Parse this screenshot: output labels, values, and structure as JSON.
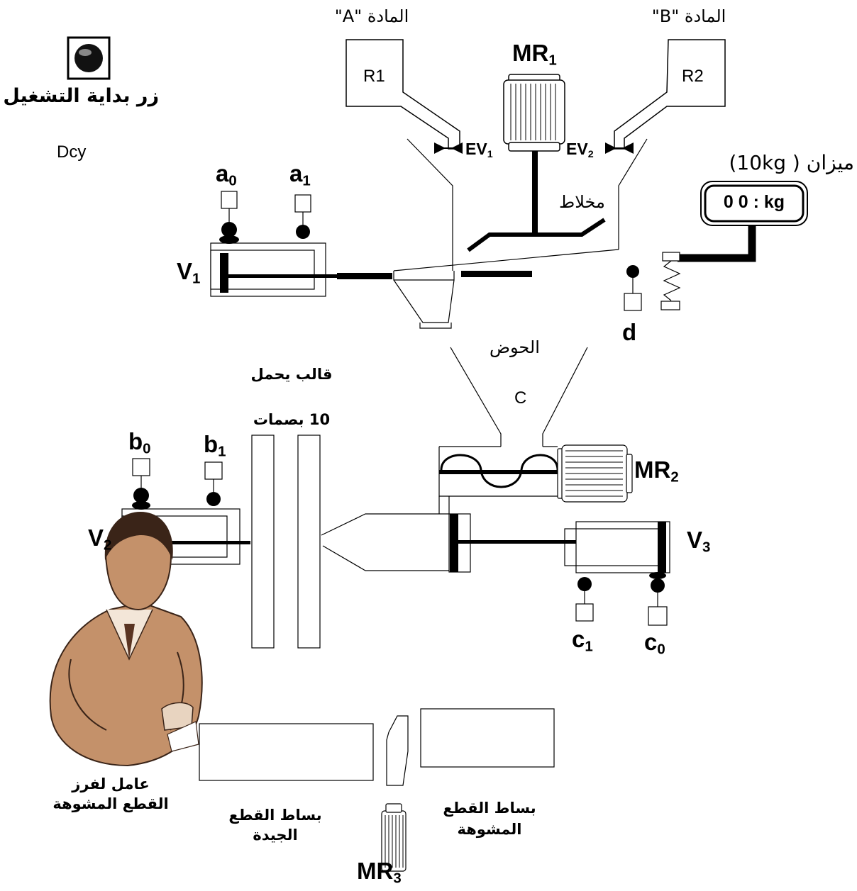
{
  "controls": {
    "start_button_label": "زر بداية التشغيل",
    "dcy": "Dcy"
  },
  "materials": {
    "a": "المادة \"A\"",
    "b": "المادة \"B\""
  },
  "reservoirs": {
    "r1": "R1",
    "r2": "R2"
  },
  "valves": {
    "ev1": "EV",
    "ev1_sub": "1",
    "ev2": "EV",
    "ev2_sub": "2"
  },
  "motors": {
    "mr1": "MR",
    "mr1_sub": "1",
    "mr2": "MR",
    "mr2_sub": "2",
    "mr3": "MR",
    "mr3_sub": "3"
  },
  "mixer_label": "مخلاط",
  "scale": {
    "label": "ميزان ( 10kg)",
    "display": "0 0 : kg"
  },
  "sensors": {
    "a0": "a",
    "a0_sub": "0",
    "a1": "a",
    "a1_sub": "1",
    "b0": "b",
    "b0_sub": "0",
    "b1": "b",
    "b1_sub": "1",
    "c0": "c",
    "c0_sub": "0",
    "c1": "c",
    "c1_sub": "1",
    "d": "d"
  },
  "cylinders": {
    "v1": "V",
    "v1_sub": "1",
    "v2": "V",
    "v2_sub": "2",
    "v3": "V",
    "v3_sub": "3"
  },
  "basin": {
    "label": "الحوض",
    "c": "C"
  },
  "mold": {
    "line1": "قالب يحمل",
    "line2": "10 بصمات"
  },
  "conveyors": {
    "good_line1": "بساط القطع",
    "good_line2": "الجيدة",
    "defect_line1": "بساط القطع",
    "defect_line2": "المشوهة"
  },
  "worker": {
    "line1": "عامل لفرز",
    "line2": "القطع المشوهة"
  }
}
